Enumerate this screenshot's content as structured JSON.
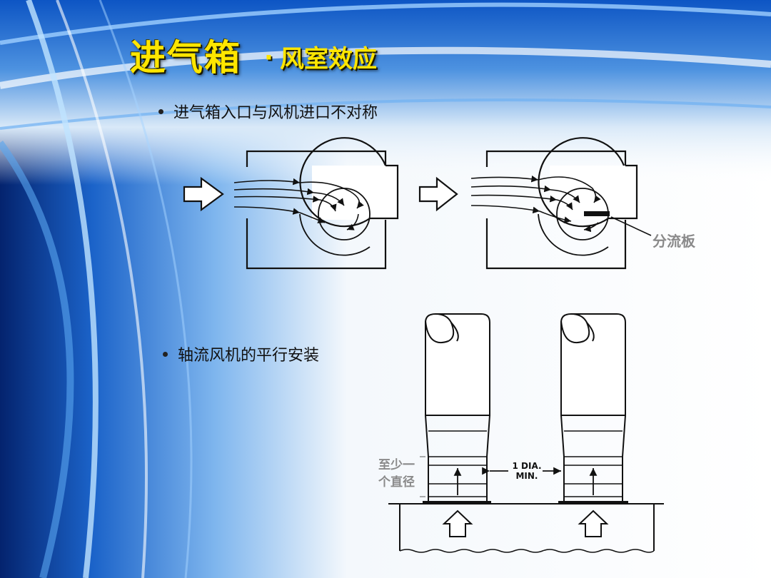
{
  "title": {
    "main": "进气箱",
    "dot": "·",
    "sub": "风室效应"
  },
  "bullets": [
    "进气箱入口与风机进口不对称",
    "轴流风机的平行安装"
  ],
  "labels": {
    "splitter": "分流板",
    "min_diameter": "至少一个直径",
    "min_diameter_line1": "至少一",
    "min_diameter_line2": "个直径",
    "dia_line1": "1 DIA.",
    "dia_line2": "MIN."
  },
  "colors": {
    "title": "#ffe600",
    "background_blue": "#0a3fa8",
    "diagram_ink": "#111111"
  }
}
